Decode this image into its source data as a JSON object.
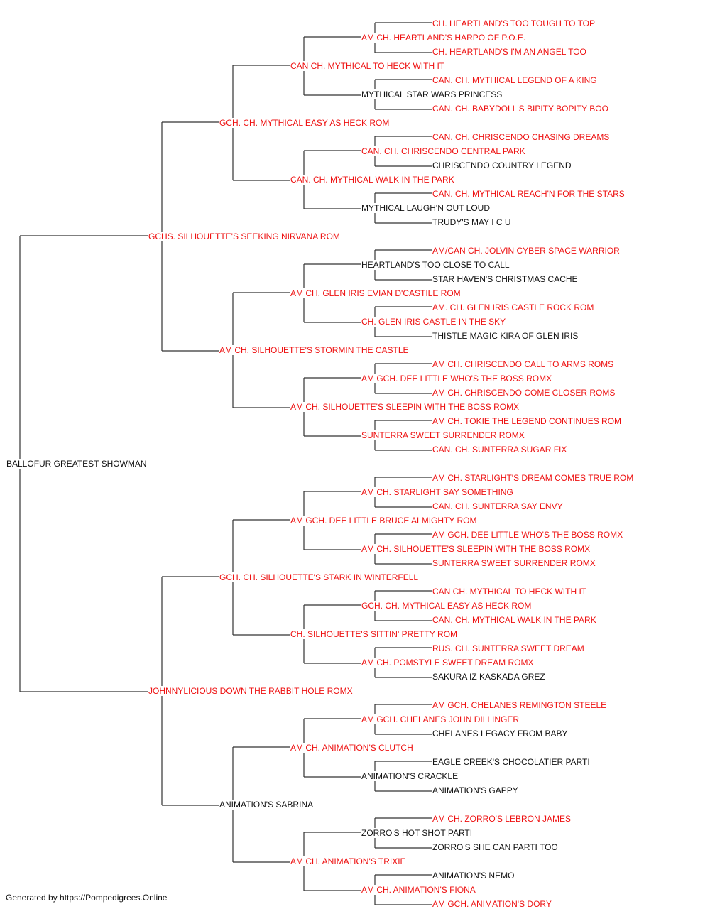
{
  "colors": {
    "titled": "#ee1111",
    "plain": "#111111",
    "line": "#333333"
  },
  "footer": "Generated by https://Pompedigrees.Online",
  "pedigree": {
    "name": "BALLOFUR GREATEST SHOWMAN",
    "titled": false,
    "sire": {
      "name": "GCHS. SILHOUETTE'S SEEKING NIRVANA ROM",
      "titled": true,
      "sire": {
        "name": "GCH. CH. MYTHICAL EASY AS HECK ROM",
        "titled": true,
        "sire": {
          "name": "CAN CH. MYTHICAL TO HECK WITH IT",
          "titled": true,
          "sire": {
            "name": "AM CH. HEARTLAND'S HARPO OF P.O.E.",
            "titled": true,
            "sire": {
              "name": "CH. HEARTLAND'S TOO TOUGH TO TOP",
              "titled": true
            },
            "dam": {
              "name": "CH. HEARTLAND'S I'M AN ANGEL TOO",
              "titled": true
            }
          },
          "dam": {
            "name": "MYTHICAL STAR WARS PRINCESS",
            "titled": false,
            "sire": {
              "name": "CAN. CH. MYTHICAL LEGEND OF A KING",
              "titled": true
            },
            "dam": {
              "name": "CAN. CH. BABYDOLL'S BIPITY BOPITY BOO",
              "titled": true
            }
          }
        },
        "dam": {
          "name": "CAN. CH. MYTHICAL WALK IN THE PARK",
          "titled": true,
          "sire": {
            "name": "CAN. CH. CHRISCENDO CENTRAL PARK",
            "titled": true,
            "sire": {
              "name": "CAN. CH. CHRISCENDO CHASING DREAMS",
              "titled": true
            },
            "dam": {
              "name": "CHRISCENDO COUNTRY LEGEND",
              "titled": false
            }
          },
          "dam": {
            "name": "MYTHICAL LAUGH'N OUT LOUD",
            "titled": false,
            "sire": {
              "name": "CAN. CH. MYTHICAL REACH'N FOR THE STARS",
              "titled": true
            },
            "dam": {
              "name": "TRUDY'S MAY I C U",
              "titled": false
            }
          }
        }
      },
      "dam": {
        "name": "AM CH. SILHOUETTE'S STORMIN THE CASTLE",
        "titled": true,
        "sire": {
          "name": "AM CH. GLEN IRIS EVIAN D'CASTILE ROM",
          "titled": true,
          "sire": {
            "name": "HEARTLAND'S TOO CLOSE TO CALL",
            "titled": false,
            "sire": {
              "name": "AM/CAN CH. JOLVIN CYBER SPACE WARRIOR",
              "titled": true
            },
            "dam": {
              "name": "STAR HAVEN'S CHRISTMAS CACHE",
              "titled": false
            }
          },
          "dam": {
            "name": "CH. GLEN IRIS CASTLE IN THE SKY",
            "titled": true,
            "sire": {
              "name": "AM. CH. GLEN IRIS CASTLE ROCK ROM",
              "titled": true
            },
            "dam": {
              "name": "THISTLE MAGIC KIRA OF GLEN IRIS",
              "titled": false
            }
          }
        },
        "dam": {
          "name": "AM CH. SILHOUETTE'S SLEEPIN WITH THE BOSS ROMX",
          "titled": true,
          "sire": {
            "name": "AM GCH. DEE LITTLE WHO'S THE BOSS ROMX",
            "titled": true,
            "sire": {
              "name": "AM CH. CHRISCENDO CALL TO ARMS ROMS",
              "titled": true
            },
            "dam": {
              "name": "AM CH. CHRISCENDO COME CLOSER ROMS",
              "titled": true
            }
          },
          "dam": {
            "name": "SUNTERRA SWEET SURRENDER ROMX",
            "titled": true,
            "sire": {
              "name": "AM CH. TOKIE THE LEGEND CONTINUES ROM",
              "titled": true
            },
            "dam": {
              "name": "CAN. CH. SUNTERRA SUGAR FIX",
              "titled": true
            }
          }
        }
      }
    },
    "dam": {
      "name": "JOHNNYLICIOUS DOWN THE RABBIT HOLE ROMX",
      "titled": true,
      "sire": {
        "name": "GCH. CH. SILHOUETTE'S STARK IN WINTERFELL",
        "titled": true,
        "sire": {
          "name": "AM GCH. DEE LITTLE BRUCE ALMIGHTY ROM",
          "titled": true,
          "sire": {
            "name": "AM CH. STARLIGHT SAY SOMETHING",
            "titled": true,
            "sire": {
              "name": "AM CH. STARLIGHT'S DREAM COMES TRUE ROM",
              "titled": true
            },
            "dam": {
              "name": "CAN. CH. SUNTERRA SAY ENVY",
              "titled": true
            }
          },
          "dam": {
            "name": "AM CH. SILHOUETTE'S SLEEPIN WITH THE BOSS ROMX",
            "titled": true,
            "sire": {
              "name": "AM GCH. DEE LITTLE WHO'S THE BOSS ROMX",
              "titled": true
            },
            "dam": {
              "name": "SUNTERRA SWEET SURRENDER ROMX",
              "titled": true
            }
          }
        },
        "dam": {
          "name": "CH. SILHOUETTE'S SITTIN' PRETTY ROM",
          "titled": true,
          "sire": {
            "name": "GCH. CH. MYTHICAL EASY AS HECK ROM",
            "titled": true,
            "sire": {
              "name": "CAN CH. MYTHICAL TO HECK WITH IT",
              "titled": true
            },
            "dam": {
              "name": "CAN. CH. MYTHICAL WALK IN THE PARK",
              "titled": true
            }
          },
          "dam": {
            "name": "AM CH. POMSTYLE SWEET DREAM ROMX",
            "titled": true,
            "sire": {
              "name": "RUS. CH. SUNTERRA SWEET DREAM",
              "titled": true
            },
            "dam": {
              "name": "SAKURA IZ KASKADA GREZ",
              "titled": false
            }
          }
        }
      },
      "dam": {
        "name": "ANIMATION'S SABRINA",
        "titled": false,
        "sire": {
          "name": "AM CH. ANIMATION'S CLUTCH",
          "titled": true,
          "sire": {
            "name": "AM GCH. CHELANES JOHN DILLINGER",
            "titled": true,
            "sire": {
              "name": "AM GCH. CHELANES REMINGTON STEELE",
              "titled": true
            },
            "dam": {
              "name": "CHELANES LEGACY FROM BABY",
              "titled": false
            }
          },
          "dam": {
            "name": "ANIMATION'S CRACKLE",
            "titled": false,
            "sire": {
              "name": "EAGLE CREEK'S CHOCOLATIER PARTI",
              "titled": false
            },
            "dam": {
              "name": "ANIMATION'S GAPPY",
              "titled": false
            }
          }
        },
        "dam": {
          "name": "AM CH. ANIMATION'S TRIXIE",
          "titled": true,
          "sire": {
            "name": "ZORRO'S HOT SHOT PARTI",
            "titled": false,
            "sire": {
              "name": "AM CH. ZORRO'S LEBRON JAMES",
              "titled": true
            },
            "dam": {
              "name": "ZORRO'S SHE CAN PARTI TOO",
              "titled": false
            }
          },
          "dam": {
            "name": "AM CH. ANIMATION'S FIONA",
            "titled": true,
            "sire": {
              "name": "ANIMATION'S NEMO",
              "titled": false
            },
            "dam": {
              "name": "AM GCH. ANIMATION'S DORY",
              "titled": true
            }
          }
        }
      }
    }
  }
}
